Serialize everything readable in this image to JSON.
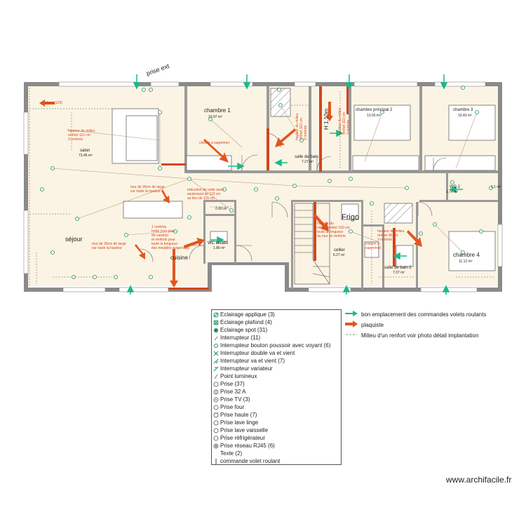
{
  "rooms": {
    "chambre1": {
      "name": "chambre 1",
      "area": "10.97 m²"
    },
    "chambre_principal2": {
      "name": "chambre principal 2",
      "area": "13.50 m²"
    },
    "chambre3": {
      "name": "chambre 3",
      "area": "10.43 m²"
    },
    "chambre4": {
      "name": "chambre 4",
      "area": "11.12 m²"
    },
    "salon": {
      "name": "salon",
      "area": "73.45 m²"
    },
    "sejour": {
      "name": "séjour"
    },
    "cuisine": {
      "name": "cuisine"
    },
    "wc_lavabo": {
      "name": "WC lavabo",
      "area": "1.86 m²"
    },
    "salle_de_bain1": {
      "name": "salle de bain",
      "area": "7.27 m²"
    },
    "salle_de_bain2": {
      "name": "salle de bain 2",
      "area": "7.37 m²"
    },
    "cellier": {
      "name": "cellier",
      "area": "6.27 m²"
    },
    "wc2": {
      "name": "WC 2",
      "area": "1.74 m²"
    },
    "placard": {
      "area": "0.66 m²"
    },
    "placard2": {
      "area": "1.1 m²"
    }
  },
  "notes": {
    "prise_ext": "prise ext",
    "placo": "placo (120)",
    "salon_renfort": [
      "hauteur du milieu",
      "renfort 110 cm",
      "3 renforts"
    ],
    "cloison": "cloison à supprimer",
    "sdb_renfort": [
      "hauteur du milieu",
      "renfort 110 cm",
      "3 renforts"
    ],
    "ch2_renfort": [
      "hauteur du milieu",
      "renfort 110 cm",
      "3 renforts"
    ],
    "h110": "H 1.10m",
    "mur_haut": [
      "mur de 20cm de large",
      "sur toute la hauteur"
    ],
    "reduction": [
      "réduction de cette zone",
      "seulement de 110 cm",
      "au lieu de 115 cm"
    ],
    "renforts_cuisine": [
      "1 renforts",
      "hotte (voir plan",
      "de cuisine)",
      "et renforts pour",
      "toute la longueur",
      "des meubles suspendus"
    ],
    "mur_bas": [
      "mur de 20cm de large",
      "sur toute la hauteur"
    ],
    "cellier_renfort": [
      "hauteur du",
      "milieu renfort 150 cm",
      "toute la longueur",
      "du mur en renforts"
    ],
    "sdb2_renfort": [
      "hauteur du milieu",
      "renfort 90 cm",
      "3 renforts"
    ],
    "cloison2": [
      "cloison à",
      "supprimer"
    ],
    "frigo": "Frigo",
    "h_ch": "H 1.10m"
  },
  "legend": {
    "items": [
      "Eclairage applique (3)",
      "Eclairage plafond (4)",
      "Eclairage spot (31)",
      "Interrupteur (11)",
      "Interrupteur bouton poussoir avec voyant (6)",
      "Interrupteur double va et vient",
      "Interrupteur va et vient (7)",
      "Interrupteur variateur",
      "Point lumineux",
      "Prise (37)",
      "Prise 32 A",
      "Prise TV (3)",
      "Prise four",
      "Prise haute (7)",
      "Prise lave linge",
      "Prise lave vaisselle",
      "Prise réfrigérateur",
      "Prise réseau RJ45 (6)",
      "Texte (2)",
      "commande volet roulant"
    ],
    "right": [
      "bon emplacement des commandes volets roulants",
      "plaquiste",
      "Milieu d'un renfort voir photo détail implantation"
    ]
  },
  "colors": {
    "wall": "#8a8a8a",
    "floor": "#fbf4e4",
    "accent": "#e2561f",
    "green": "#19b98a"
  },
  "watermark": "www.archifacile.fr"
}
